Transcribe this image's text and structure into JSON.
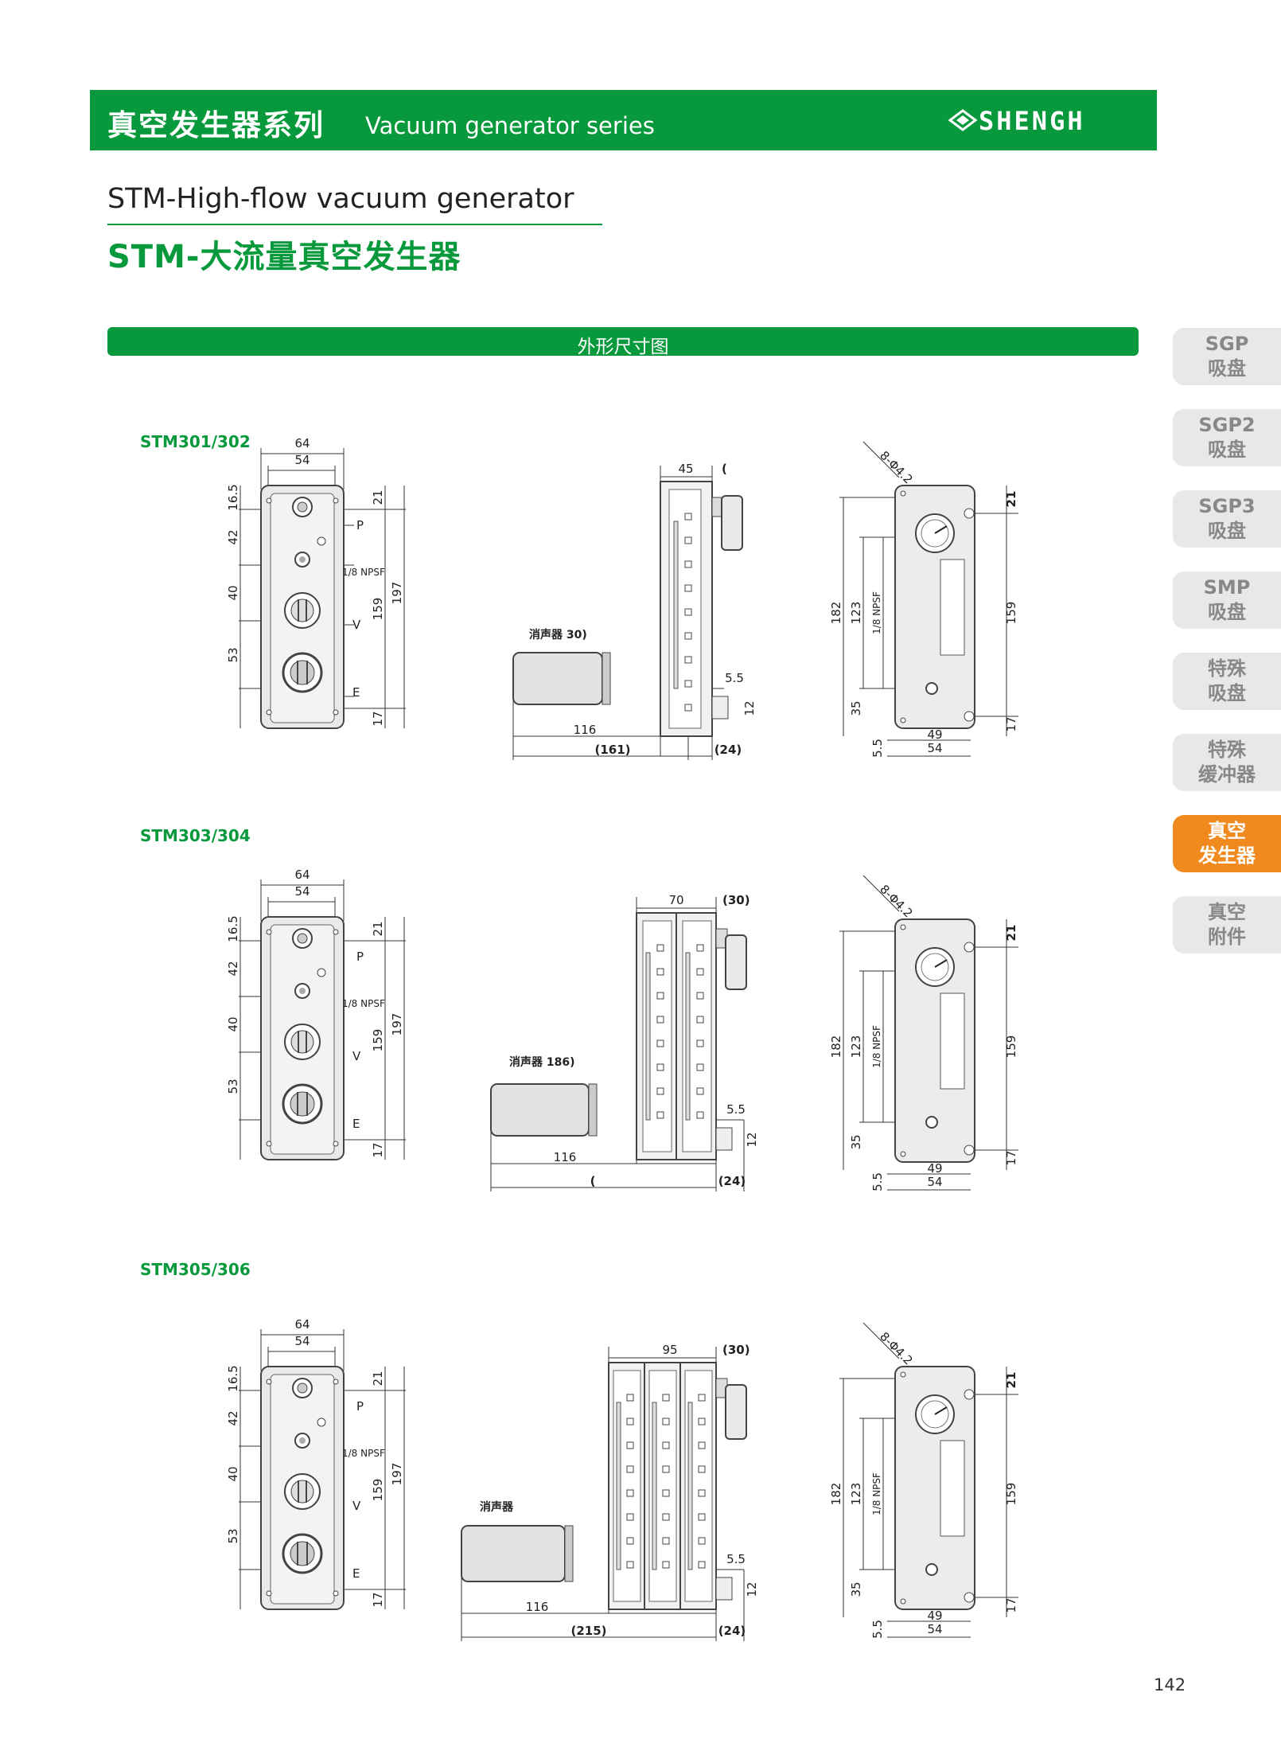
{
  "header": {
    "title_cn": "真空发生器系列",
    "title_en": "Vacuum generator series",
    "logo_text": "SHENGH"
  },
  "product": {
    "title_en": "STM-High-flow vacuum generator",
    "title_cn": "STM-大流量真空发生器"
  },
  "section_title": "外形尺寸图",
  "side_tabs": [
    {
      "line1": "SGP",
      "line2": "吸盘",
      "active": false
    },
    {
      "line1": "SGP2",
      "line2": "吸盘",
      "active": false
    },
    {
      "line1": "SGP3",
      "line2": "吸盘",
      "active": false
    },
    {
      "line1": "SMP",
      "line2": "吸盘",
      "active": false
    },
    {
      "line1": "特殊",
      "line2": "吸盘",
      "active": false
    },
    {
      "line1": "特殊",
      "line2": "缓冲器",
      "active": false
    },
    {
      "line1": "真空",
      "line2": "发生器",
      "active": true
    },
    {
      "line1": "真空",
      "line2": "附件",
      "active": false
    }
  ],
  "models": [
    {
      "name": "STM301/302",
      "front": {
        "w64": "64",
        "w54": "54",
        "h16_5": "16.5",
        "h42": "42",
        "h40": "40",
        "h53": "53",
        "h21": "21",
        "h159": "159",
        "h197": "197",
        "h17": "17",
        "port_p": "P",
        "port_npsf": "1/8 NPSF",
        "port_v": "V",
        "port_e": "E"
      },
      "side": {
        "w_top": "45",
        "w_top2": "(",
        "muffler": "消声器 30)",
        "d116": "116",
        "dtotal": "(161)",
        "d24": "(24)",
        "d5_5": "5.5",
        "d12": "12"
      },
      "back": {
        "holes": "8-Φ4.2",
        "h21": "21",
        "h159": "159",
        "h17": "17",
        "h182": "182",
        "h123": "123",
        "npsf": "1/8 NPSF",
        "h35": "35",
        "h5_5": "5.5",
        "w49": "49",
        "w54": "54"
      }
    },
    {
      "name": "STM303/304",
      "front": {
        "w64": "64",
        "w54": "54",
        "h16_5": "16.5",
        "h42": "42",
        "h40": "40",
        "h53": "53",
        "h21": "21",
        "h159": "159",
        "h197": "197",
        "h17": "17",
        "port_p": "P",
        "port_npsf": "1/8 NPSF",
        "port_v": "V",
        "port_e": "E"
      },
      "side": {
        "w_top": "70",
        "w_top2": "(30)",
        "muffler": "消声器 186)",
        "d116": "116",
        "dtotal": "(",
        "d24": "(24)",
        "d5_5": "5.5",
        "d12": "12"
      },
      "back": {
        "holes": "8-Φ4.2",
        "h21": "21",
        "h159": "159",
        "h17": "17",
        "h182": "182",
        "h123": "123",
        "npsf": "1/8 NPSF",
        "h35": "35",
        "h5_5": "5.5",
        "w49": "49",
        "w54": "54"
      }
    },
    {
      "name": "STM305/306",
      "front": {
        "w64": "64",
        "w54": "54",
        "h16_5": "16.5",
        "h42": "42",
        "h40": "40",
        "h53": "53",
        "h21": "21",
        "h159": "159",
        "h197": "197",
        "h17": "17",
        "port_p": "P",
        "port_npsf": "1/8 NPSF",
        "port_v": "V",
        "port_e": "E"
      },
      "side": {
        "w_top": "95",
        "w_top2": "(30)",
        "muffler": "消声器",
        "d116": "116",
        "dtotal": "(215)",
        "d24": "(24)",
        "d5_5": "5.5",
        "d12": "12"
      },
      "back": {
        "holes": "8-Φ4.2",
        "h21": "21",
        "h159": "159",
        "h17": "17",
        "h182": "182",
        "h123": "123",
        "npsf": "1/8 NPSF",
        "h35": "35",
        "h5_5": "5.5",
        "w49": "49",
        "w54": "54"
      }
    }
  ],
  "page_number": "142",
  "colors": {
    "brand_green": "#07993b",
    "active_tab": "#f08a1e",
    "inactive_tab": "#e8e8e8"
  }
}
